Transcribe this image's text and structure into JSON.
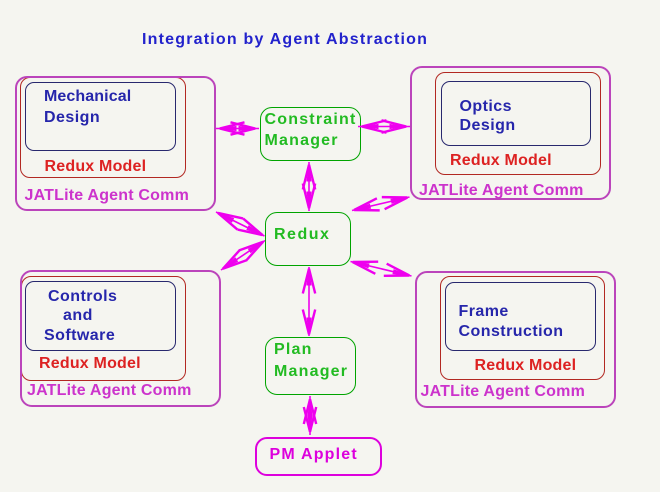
{
  "title": "Integration by Agent Abstraction",
  "colors": {
    "background": "#f5f5f0",
    "title_text": "#2222cc",
    "module_text": "#2626ab",
    "module_border": "#28286e",
    "model_text": "#dd2222",
    "model_border": "#b22822",
    "comm_text": "#cc33cc",
    "comm_border": "#bb44bb",
    "manager_text": "#22bb22",
    "manager_border": "#00a400",
    "arrow": "#ee00ee",
    "applet": "#dd00dd"
  },
  "groups": {
    "top_left": {
      "module_lines": [
        "Mechanical",
        "Design"
      ],
      "model_label": "Redux Model",
      "comm_label": "JATLite Agent Comm"
    },
    "top_right": {
      "module_lines": [
        "Optics",
        "Design"
      ],
      "model_label": "Redux Model",
      "comm_label": "JATLite Agent Comm"
    },
    "bottom_left": {
      "module_lines": [
        "Controls",
        "and",
        "Software"
      ],
      "model_label": "Redux Model",
      "comm_label": "JATLite Agent Comm"
    },
    "bottom_right": {
      "module_lines": [
        "Frame",
        "Construction"
      ],
      "model_label": "Redux Model",
      "comm_label": "JATLite Agent Comm"
    }
  },
  "nodes": {
    "constraint_manager": {
      "lines": [
        "Constraint",
        "Manager"
      ]
    },
    "redux": {
      "lines": [
        "Redux"
      ]
    },
    "plan_manager": {
      "lines": [
        "Plan",
        "Manager"
      ]
    },
    "pm_applet": {
      "lines": [
        "PM Applet"
      ]
    }
  },
  "connections": [
    {
      "from": "mechanical-design",
      "to": "constraint-manager",
      "bidirectional": true
    },
    {
      "from": "constraint-manager",
      "to": "optics-design",
      "bidirectional": true
    },
    {
      "from": "constraint-manager",
      "to": "redux",
      "bidirectional": true
    },
    {
      "from": "mechanical-design",
      "to": "redux",
      "bidirectional": true
    },
    {
      "from": "redux",
      "to": "controls-software",
      "bidirectional": true
    },
    {
      "from": "redux",
      "to": "optics-design",
      "bidirectional": true
    },
    {
      "from": "redux",
      "to": "frame-construction",
      "bidirectional": true
    },
    {
      "from": "redux",
      "to": "plan-manager",
      "bidirectional": true
    },
    {
      "from": "plan-manager",
      "to": "pm-applet",
      "bidirectional": true
    }
  ]
}
